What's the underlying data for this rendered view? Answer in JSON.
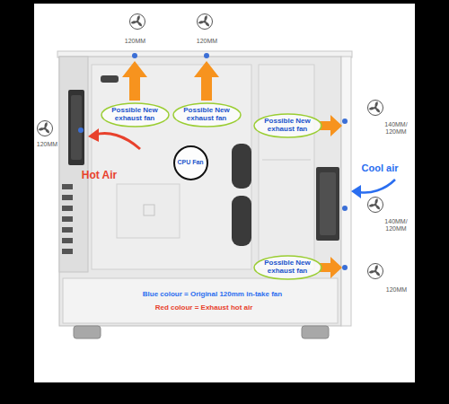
{
  "diagram": {
    "nodes": [
      {
        "text": [
          "Possible New exhaust fan"
        ]
      },
      {
        "text": [
          "Possible New exhaust fan"
        ]
      },
      {
        "text": [
          "Possible New exhaust fan"
        ]
      },
      {
        "text": [
          "CPU Fan"
        ]
      },
      {
        "text": [
          "Possible New exhaust fan"
        ]
      }
    ],
    "labels": [
      "120MM",
      "120MM",
      "120MM",
      "140MM/ 120MM",
      "140MM/ 120MM",
      "120MM",
      "Hot Air",
      "Cool air",
      "Blue colour = Original 120mm in-take fan",
      "Red colour = Exhaust hot air"
    ]
  }
}
